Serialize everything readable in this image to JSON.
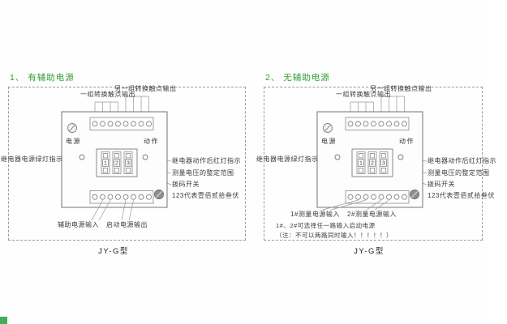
{
  "figure": {
    "dial_digits": [
      "1",
      "2",
      "3"
    ],
    "colors": {
      "title_green": "#2e9e36",
      "line_gray": "#999999",
      "text_dark": "#3c3c3c",
      "corner_mark": "#3fae5a"
    },
    "sections": [
      {
        "title": "1、 有辅助电源",
        "model_caption": "JY-G型",
        "device": {
          "power_led_label": "电源",
          "action_led_label": "动作"
        },
        "callouts": {
          "top_left": "一组转换触点输出",
          "top_right": "另一组转换触点输出",
          "left": "继电器电源绿灯指示",
          "right_1": "继电器动作后红灯指示",
          "right_2": "测量电压的整定范围",
          "right_3": "拨码开关",
          "right_4": "123代表壹佰贰拾叁伏",
          "bottom_1": "辅助电源输入",
          "bottom_2": "启动电源输出"
        }
      },
      {
        "title": "2、 无辅助电源",
        "model_caption": "JY-G型",
        "device": {
          "power_led_label": "电源",
          "action_led_label": "动作"
        },
        "callouts": {
          "top_left": "一组转换触点输出",
          "top_right": "另一组转换触点输出",
          "left": "继电器电源绿灯指示",
          "right_1": "继电器动作后红灯指示",
          "right_2": "测量电压的整定范围",
          "right_3": "拨码开关",
          "right_4": "123代表壹佰贰拾叁伏",
          "bottom_1": "1#测量电源输入",
          "bottom_2": "2#测量电源输入",
          "note_1": "1#、2#可选择任一路输入启动电源",
          "note_2": "（注：不可以两路同时输入！！！！！）"
        }
      }
    ]
  }
}
